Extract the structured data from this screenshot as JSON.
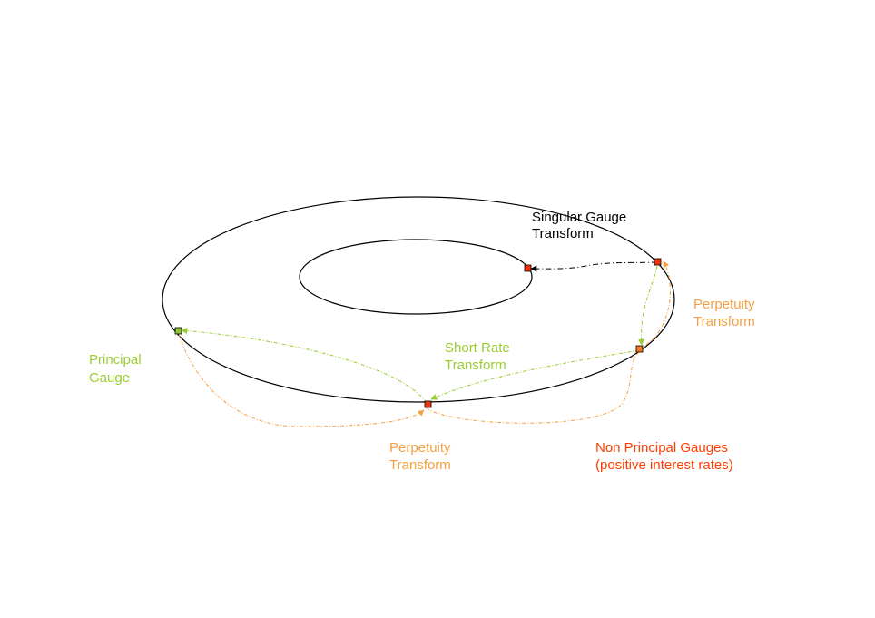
{
  "labels": {
    "singular_gauge_line1": "Singular Gauge",
    "singular_gauge_line2": "Transform",
    "perpetuity_right_line1": "Perpetuity",
    "perpetuity_right_line2": "Transform",
    "short_rate_line1": "Short Rate",
    "short_rate_line2": "Transform",
    "principal_gauge_line1": "Principal",
    "principal_gauge_line2": "Gauge",
    "perpetuity_bottom_line1": "Perpetuity",
    "perpetuity_bottom_line2": "Transform",
    "non_principal_line1": "Non Principal Gauges",
    "non_principal_line2": "(positive interest rates)"
  },
  "colors": {
    "outline": "#000000",
    "label_black": "#000000",
    "green": "#9acd32",
    "orange": "#f5a040",
    "red_orange": "#ff3d00",
    "node_red": "#ee3311",
    "node_green": "#8cc43c",
    "node_orange": "#f57a1e"
  }
}
